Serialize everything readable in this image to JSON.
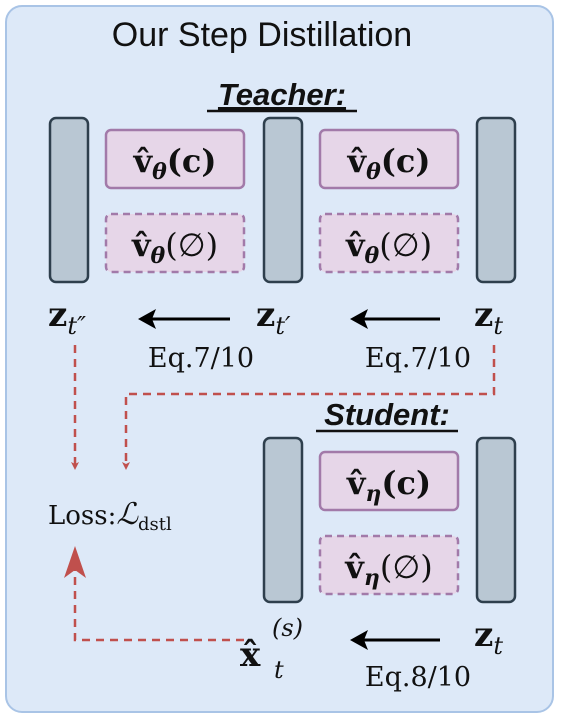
{
  "title": "Our Step Distillation",
  "teacher_label": "Teacher:",
  "student_label": "Student:",
  "teacher_boxes": {
    "cond_left": {
      "v": "v̂",
      "sub": "θ",
      "arg": "(c)"
    },
    "uncond_left": {
      "v": "v̂",
      "sub": "θ",
      "arg": "(∅)"
    },
    "cond_right": {
      "v": "v̂",
      "sub": "θ",
      "arg": "(c)"
    },
    "uncond_right": {
      "v": "v̂",
      "sub": "θ",
      "arg": "(∅)"
    }
  },
  "student_boxes": {
    "cond": {
      "v": "v̂",
      "sub": "η",
      "arg": "(c)"
    },
    "uncond": {
      "v": "v̂",
      "sub": "η",
      "arg": "(∅)"
    }
  },
  "latents": {
    "z_tpp": {
      "base": "z",
      "sub": "t″"
    },
    "z_tp": {
      "base": "z",
      "sub": "t′"
    },
    "z_t_teacher": {
      "base": "z",
      "sub": "t"
    },
    "z_t_student": {
      "base": "z",
      "sub": "t"
    },
    "x_hat": {
      "base": "x̂",
      "sub": "t",
      "sup": "(s)"
    }
  },
  "equations": {
    "teacher_left": "Eq.7/10",
    "teacher_right": "Eq.7/10",
    "student": "Eq.8/10"
  },
  "loss": {
    "prefix": "Loss:",
    "symbol": "ℒ",
    "sub": "dstl"
  },
  "colors": {
    "panel_fill": "#dde9f8",
    "panel_stroke": "#a9c4e6",
    "bar_fill": "#b9c7d3",
    "bar_stroke": "#2e3f4d",
    "box_fill": "#e6d6e8",
    "box_stroke": "#a27aa9",
    "dashed_arrow": "#c0504d"
  }
}
